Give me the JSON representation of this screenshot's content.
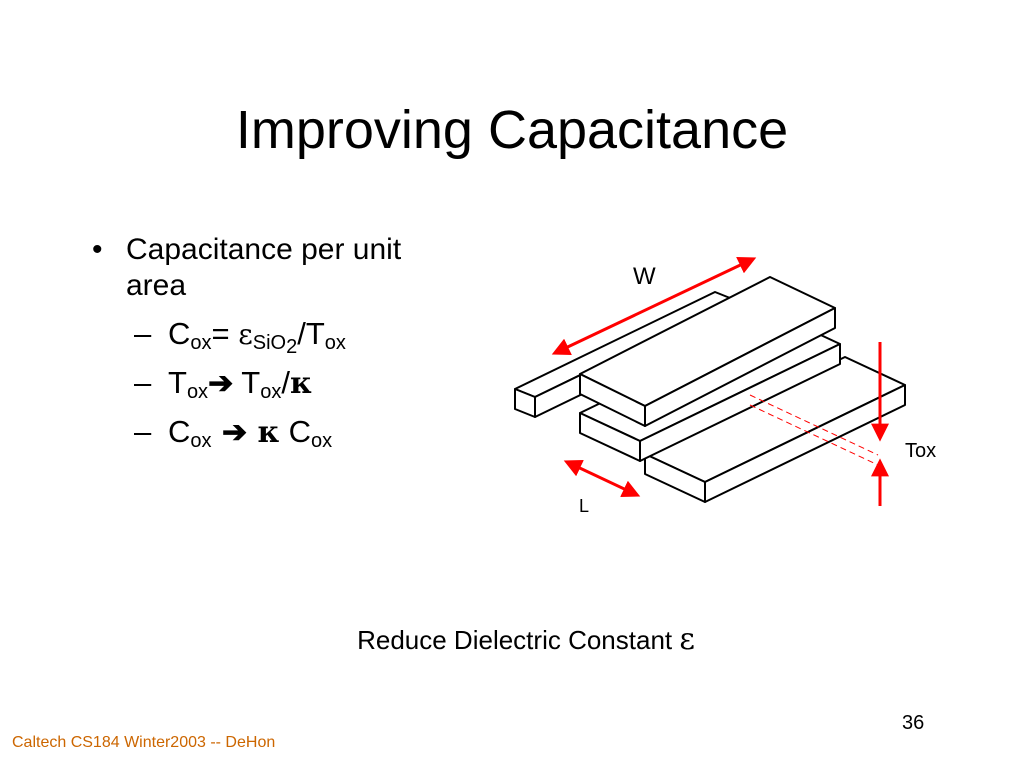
{
  "slide": {
    "title": "Improving Capacitance",
    "bullet": {
      "marker": "•",
      "text_line1": "Capacitance per unit",
      "text_line2": "area"
    },
    "sub_bullets": [
      {
        "dash": "–",
        "c": "C",
        "ox": "ox",
        "eq": "=",
        "epsilon": "ε",
        "sio": "SiO",
        "two": "2",
        "slash_t": "/T",
        "ox2": "ox"
      },
      {
        "dash": "–",
        "t": "T",
        "ox": "ox",
        "arrow": "➔",
        "t2": " T",
        "ox2": "ox",
        "slash": "/",
        "kappa": "κ"
      },
      {
        "dash": "–",
        "c": "C",
        "ox": "ox",
        "arrow": " ➔ ",
        "kappa": "κ",
        "c2": " C",
        "ox2": "ox"
      }
    ],
    "diagram": {
      "label_w": "W",
      "label_l": "L",
      "label_tox": "Tox",
      "arrow_color": "#ff0000"
    },
    "caption": {
      "text": "Reduce Dielectric Constant ",
      "symbol": "ε"
    },
    "page_number": "36",
    "footer": "Caltech CS184 Winter2003 -- DeHon",
    "footer_color": "#cc6600"
  }
}
